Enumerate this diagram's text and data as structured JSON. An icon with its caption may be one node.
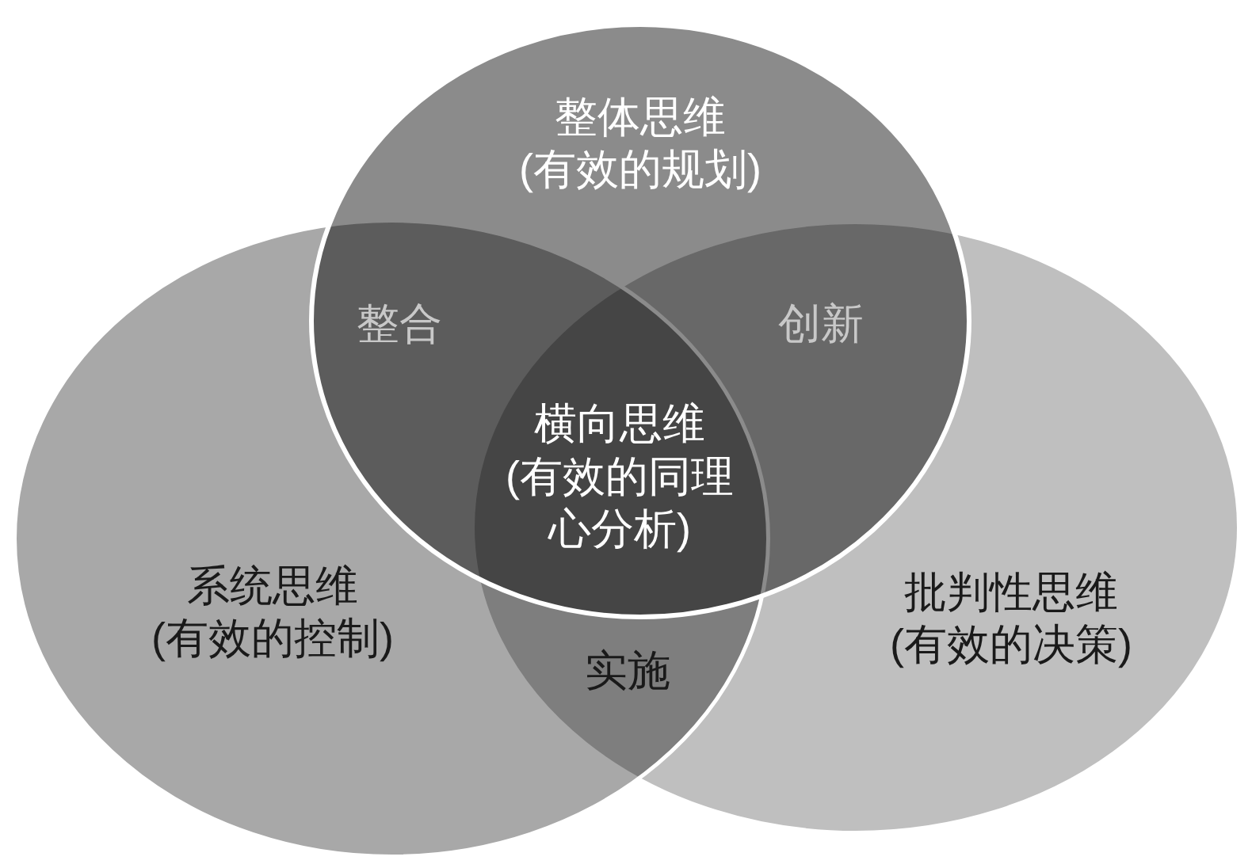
{
  "diagram": {
    "nodes": [
      {
        "text": [
          "整体思维",
          "(有效的规划)"
        ]
      },
      {
        "text": [
          "系统思维",
          "(有效的控制)"
        ]
      },
      {
        "text": [
          "批判性思维",
          "(有效的决策)"
        ]
      }
    ],
    "labels": [
      "整合",
      "创新",
      "横向思维",
      "(有效的同理心分析)",
      "实施"
    ]
  }
}
